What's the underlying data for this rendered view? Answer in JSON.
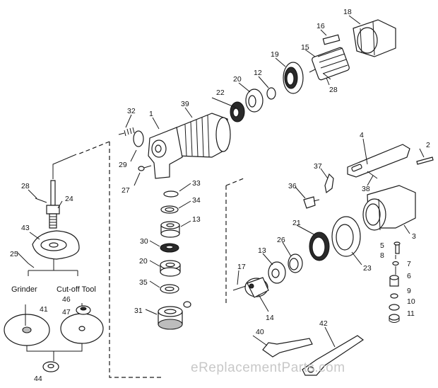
{
  "labels": {
    "n1": "1",
    "n2": "2",
    "n3": "3",
    "n4": "4",
    "n5": "5",
    "n6": "6",
    "n7": "7",
    "n8": "8",
    "n9": "9",
    "n10": "10",
    "n11": "11",
    "n12": "12",
    "n13a": "13",
    "n13b": "13",
    "n14": "14",
    "n15": "15",
    "n16": "16",
    "n17": "17",
    "n18": "18",
    "n19": "19",
    "n20a": "20",
    "n20b": "20",
    "n21": "21",
    "n22": "22",
    "n23": "23",
    "n24": "24",
    "n25": "25",
    "n26": "26",
    "n27": "27",
    "n28a": "28",
    "n28b": "28",
    "n29": "29",
    "n30": "30",
    "n31": "31",
    "n32": "32",
    "n33": "33",
    "n34": "34",
    "n35": "35",
    "n36": "36",
    "n37": "37",
    "n38": "38",
    "n39": "39",
    "n40": "40",
    "n41": "41",
    "n42": "42",
    "n43": "43",
    "n44": "44",
    "n46": "46",
    "n47": "47"
  },
  "captions": {
    "grinder": "Grinder",
    "cutoff_tool": "Cut-off Tool"
  },
  "watermark": "eReplacementParts.com"
}
